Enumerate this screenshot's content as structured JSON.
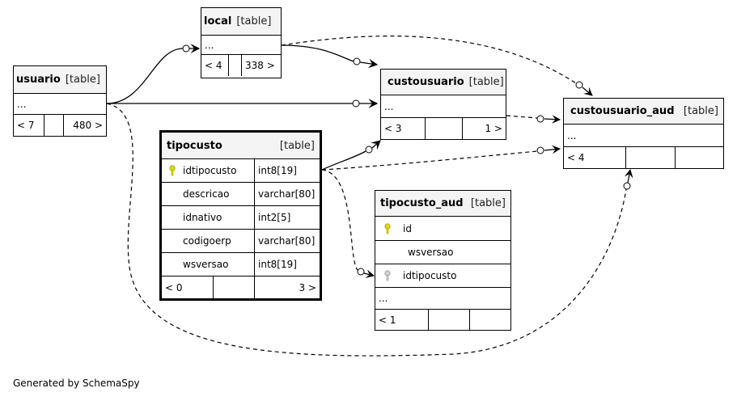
{
  "tables": {
    "local": {
      "name": "local",
      "kind": "[table]",
      "ellipsis": "...",
      "children": "< 4",
      "parents": "",
      "rows": "338 >"
    },
    "usuario": {
      "name": "usuario",
      "kind": "[table]",
      "ellipsis": "...",
      "children": "< 7",
      "parents": "",
      "rows": "480 >"
    },
    "custousuario": {
      "name": "custousuario",
      "kind": "[table]",
      "ellipsis": "...",
      "children": "< 3",
      "parents": "",
      "rows": "1 >"
    },
    "custousuario_aud": {
      "name": "custousuario_aud",
      "kind": "[table]",
      "ellipsis": "...",
      "children": "< 4",
      "parents": "",
      "rows": ""
    },
    "tipocusto": {
      "name": "tipocusto",
      "kind": "[table]",
      "columns": [
        {
          "name": "idtipocusto",
          "type": "int8[19]",
          "key": "primary"
        },
        {
          "name": "descricao",
          "type": "varchar[80]",
          "key": ""
        },
        {
          "name": "idnativo",
          "type": "int2[5]",
          "key": ""
        },
        {
          "name": "codigoerp",
          "type": "varchar[80]",
          "key": ""
        },
        {
          "name": "wsversao",
          "type": "int8[19]",
          "key": ""
        }
      ],
      "children": "< 0",
      "parents": "",
      "rows": "3 >"
    },
    "tipocusto_aud": {
      "name": "tipocusto_aud",
      "kind": "[table]",
      "columns": [
        {
          "name": "id",
          "key": "primary"
        },
        {
          "name": "wsversao",
          "key": ""
        },
        {
          "name": "idtipocusto",
          "key": "foreign"
        }
      ],
      "ellipsis": "...",
      "children": "< 1",
      "parents": "",
      "rows": ""
    }
  },
  "footer": "Generated by SchemaSpy",
  "colors": {
    "primary_key": "#e6d800",
    "foreign_key": "#b8b8b8",
    "header_bg": "#f4f4f4"
  }
}
